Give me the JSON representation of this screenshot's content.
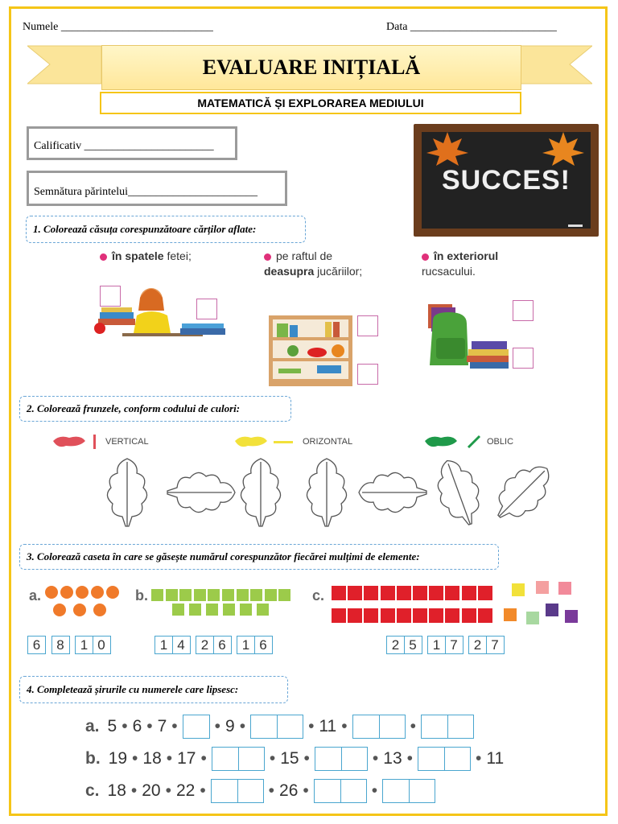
{
  "header": {
    "name_label": "Numele ___________________________",
    "date_label": "Data __________________________",
    "title": "EVALUARE INIȚIALĂ",
    "subtitle": "MATEMATICĂ ȘI EXPLORAREA MEDIULUI"
  },
  "fields": {
    "grade_label": "Calificativ _______________________",
    "signature_label": "Semnătura părintelui_______________________"
  },
  "board": {
    "text": "SUCCES!"
  },
  "task1": {
    "prompt": "1. Colorează căsuța corespunzătoare cărților aflate:",
    "options": [
      {
        "bold": "în spatele",
        "rest": " fetei;"
      },
      {
        "pre": "pe raftul de ",
        "bold": "deasupra",
        "rest": " jucăriilor;"
      },
      {
        "bold": "în exteriorul",
        "rest": " rucsacului."
      }
    ]
  },
  "task2": {
    "prompt": "2. Colorează frunzele, conform codului de culori:",
    "legend": [
      {
        "label": "VERTICAL",
        "color": "#e0505a"
      },
      {
        "label": "ORIZONTAL",
        "color": "#f2e13a"
      },
      {
        "label": "OBLIC",
        "color": "#1f9a4a"
      }
    ]
  },
  "task3": {
    "prompt": "3. Colorează caseta în care se găsește numărul corespunzător fiecărei mulțimi de elemente:",
    "a_label": "a.",
    "b_label": "b.",
    "c_label": "c.",
    "a_numbers": [
      "6",
      "8",
      "10"
    ],
    "b_numbers": [
      "14",
      "26",
      "16"
    ],
    "c_numbers": [
      "25",
      "17",
      "27"
    ],
    "colors": {
      "a": "#f07a2a",
      "b": "#9ccb4a",
      "c": "#e0202a"
    }
  },
  "task4": {
    "prompt": "4. Completează șirurile cu numerele care lipsesc:",
    "rows": [
      {
        "label": "a.",
        "items": [
          "5",
          "6",
          "7",
          "_1",
          "9",
          "_2",
          "11",
          "_2",
          "_2"
        ]
      },
      {
        "label": "b.",
        "items": [
          "19",
          "18",
          "17",
          "_2",
          "15",
          "_2",
          "13",
          "_2",
          "11"
        ]
      },
      {
        "label": "c.",
        "items": [
          "18",
          "20",
          "22",
          "_2",
          "26",
          "_2",
          "_2"
        ]
      }
    ]
  }
}
